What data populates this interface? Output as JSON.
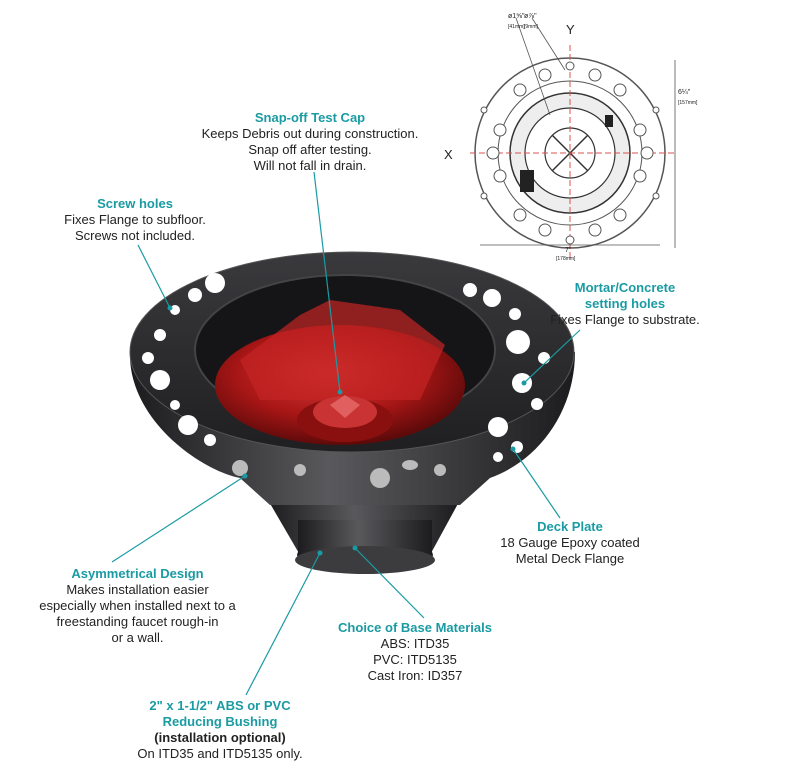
{
  "callouts": {
    "test_cap": {
      "title": "Snap-off Test Cap",
      "body": "Keeps Debris out during construction.\nSnap off after testing.\nWill not fall in drain."
    },
    "screw_holes": {
      "title": "Screw holes",
      "body": "Fixes Flange to subfloor.\nScrews not included."
    },
    "mortar_holes": {
      "title": "Mortar/Concrete\nsetting holes",
      "body": "Fixes Flange to substrate."
    },
    "deck_plate": {
      "title": "Deck Plate",
      "body": "18 Gauge Epoxy coated\nMetal Deck Flange"
    },
    "asymmetrical": {
      "title": "Asymmetrical Design",
      "body": "Makes installation easier\nespecially when installed next to a\nfreestanding faucet rough-in\nor a wall."
    },
    "base_materials": {
      "title": "Choice of Base Materials",
      "body": "ABS: ITD35\nPVC: ITD5135\nCast Iron: ID357"
    },
    "bushing": {
      "title": "2\" x 1-1/2\" ABS or PVC\nReducing Bushing",
      "bold_note": "(installation optional)",
      "body": "On ITD35 and ITD5135 only."
    }
  },
  "drawing": {
    "axis_y": "Y",
    "axis_x": "X",
    "dim_top_left": "ø1⅝\"",
    "dim_top_left_mm": "[41mm]",
    "dim_top_right": "ø⅞\"",
    "dim_top_right_mm": "[9mm]",
    "dim_right": "6¼\"",
    "dim_right_mm": "[157mm]",
    "dim_bottom": "7\"",
    "dim_bottom_mm": "[178mm]"
  },
  "colors": {
    "accent": "#1a9ba3",
    "cap": "#b01c1c",
    "flange": "#2e2e30"
  }
}
